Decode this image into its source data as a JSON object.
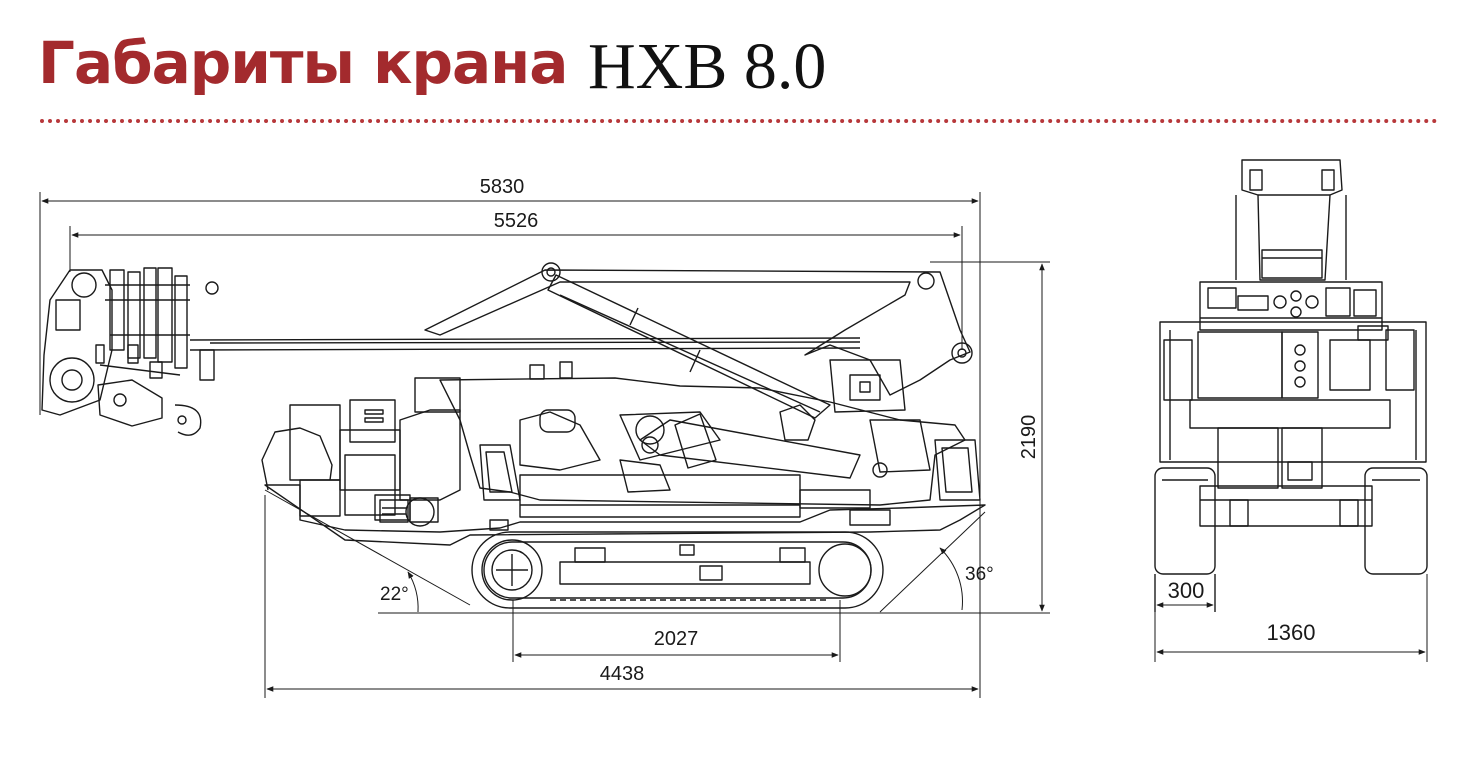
{
  "header": {
    "title": "Габариты крана",
    "model": "HXB 8.0",
    "title_color": "#a32a2d",
    "divider_color": "#b8383b"
  },
  "dimensions": {
    "overall_length": "5830",
    "boom_length": "5526",
    "height": "2190",
    "track_contact_length": "2027",
    "base_length": "4438",
    "front_angle": "22°",
    "rear_angle": "36°",
    "track_width": "300",
    "overall_width": "1360"
  }
}
